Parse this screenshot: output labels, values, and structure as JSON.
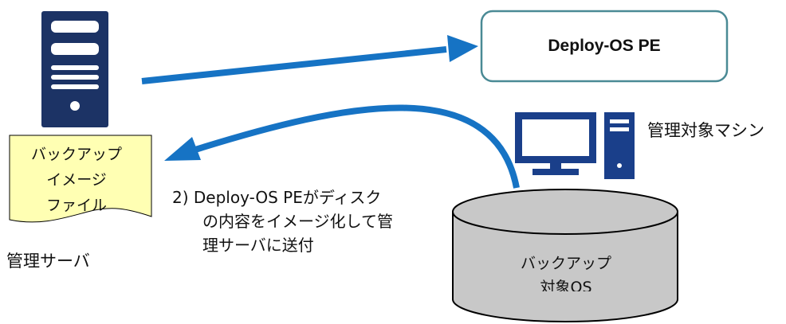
{
  "pe_box": {
    "label": "Deploy-OS PE"
  },
  "management_server": {
    "label": "管理サーバ"
  },
  "backup_file": {
    "lines": [
      "バックアップ",
      "イメージ",
      "ファイル"
    ]
  },
  "managed_machine": {
    "label": "管理対象マシン"
  },
  "step": {
    "lines": [
      "2) Deploy-OS PEがディスク",
      "の内容をイメージ化して管",
      "理サーバに送付"
    ]
  },
  "disk": {
    "lines": [
      "バックアップ",
      "対象OS"
    ]
  },
  "colors": {
    "server_blue": "#1c3365",
    "arrow_blue": "#1673c4",
    "box_border": "#4a8a95",
    "file_fill": "#ffffb3",
    "disk_fill": "#c8c8c8",
    "monitor_blue": "#1a3f8a"
  }
}
